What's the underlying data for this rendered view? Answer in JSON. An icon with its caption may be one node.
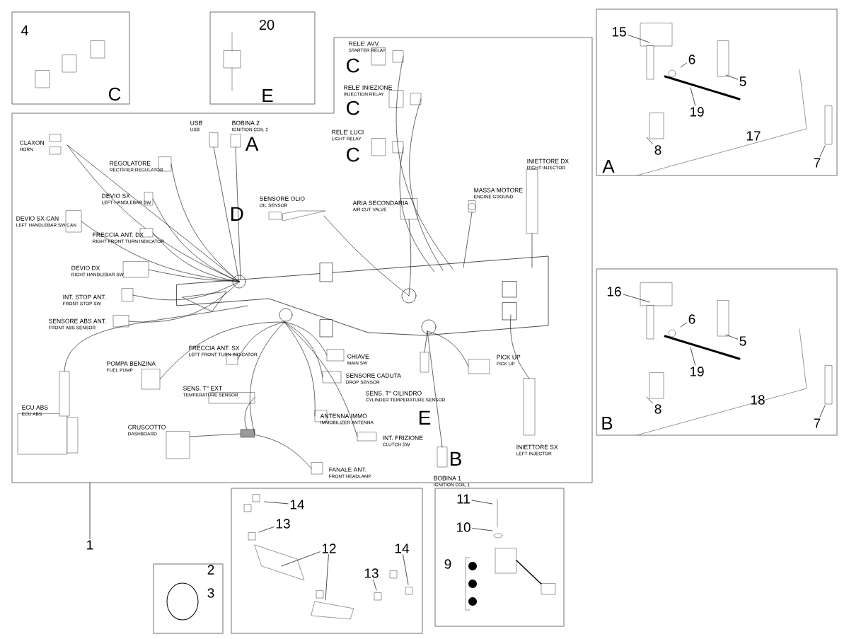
{
  "diagram": {
    "nodes": [
      {
        "text": [
          "4",
          "C"
        ]
      },
      {
        "text": [
          "20",
          "E"
        ]
      },
      {
        "text": [],
        "shape": "box"
      },
      {
        "text": [
          "17",
          "A"
        ]
      },
      {
        "text": [
          "15"
        ],
        "in": 3
      },
      {
        "text": [
          "6"
        ],
        "in": 3
      },
      {
        "text": [
          "5"
        ],
        "in": 3
      },
      {
        "text": [
          "19"
        ],
        "in": 3
      },
      {
        "text": [
          "8"
        ],
        "in": 3
      },
      {
        "text": [
          "7"
        ],
        "in": 3
      },
      {
        "text": [
          "18",
          "B"
        ]
      },
      {
        "text": [
          "16"
        ],
        "in": 10
      },
      {
        "text": [
          "6"
        ],
        "in": 10
      },
      {
        "text": [
          "5"
        ],
        "in": 10
      },
      {
        "text": [
          "19"
        ],
        "in": 10
      },
      {
        "text": [
          "8"
        ],
        "in": 10
      },
      {
        "text": [
          "7"
        ],
        "in": 10
      },
      {
        "text": [
          "1"
        ]
      },
      {
        "text": [],
        "shape": "box"
      },
      {
        "text": [
          "14"
        ],
        "in": 18
      },
      {
        "text": [
          "13"
        ],
        "in": 18
      },
      {
        "text": [
          "12"
        ],
        "in": 18
      },
      {
        "text": [
          "13"
        ],
        "in": 18
      },
      {
        "text": [
          "14"
        ],
        "in": 18
      },
      {
        "text": [
          "9"
        ]
      },
      {
        "text": [
          "11"
        ],
        "in": 24
      },
      {
        "text": [
          "10"
        ],
        "in": 24
      },
      {
        "text": [
          "2",
          "3"
        ]
      }
    ],
    "edges": [
      {
        "from": 4,
        "to": null,
        "arrow": "none"
      },
      {
        "from": 5,
        "to": null,
        "arrow": "none"
      },
      {
        "from": 6,
        "to": null,
        "arrow": "none"
      },
      {
        "from": 7,
        "to": null,
        "arrow": "none"
      },
      {
        "from": 8,
        "to": null,
        "arrow": "none"
      },
      {
        "from": 9,
        "to": null,
        "arrow": "none"
      },
      {
        "from": 11,
        "to": null,
        "arrow": "none"
      },
      {
        "from": 12,
        "to": null,
        "arrow": "none"
      },
      {
        "from": 13,
        "to": null,
        "arrow": "none"
      },
      {
        "from": 14,
        "to": null,
        "arrow": "none"
      },
      {
        "from": 15,
        "to": null,
        "arrow": "none"
      },
      {
        "from": 16,
        "to": null,
        "arrow": "none"
      },
      {
        "from": 17,
        "to": 2,
        "arrow": "none"
      },
      {
        "from": 19,
        "to": null,
        "arrow": "none"
      },
      {
        "from": 20,
        "to": null,
        "arrow": "none"
      },
      {
        "from": 21,
        "to": null,
        "arrow": "none"
      },
      {
        "from": 21,
        "to": null,
        "arrow": "none"
      },
      {
        "from": 22,
        "to": null,
        "arrow": "none"
      },
      {
        "from": 23,
        "to": null,
        "arrow": "none"
      },
      {
        "from": 25,
        "to": null,
        "arrow": "none"
      },
      {
        "from": 26,
        "to": null,
        "arrow": "none"
      }
    ],
    "labels": [
      "CLAXON",
      "HORN",
      "USB",
      "USB",
      "BOBINA 2",
      "IGNITION COIL 2",
      "REGOLATORE",
      "RECTIFIER REGULATOR",
      "DEVIO SX",
      "LEFT HANDLEBAR SW",
      "DEVIO SX CAN",
      "LEFT HANDLEBAR SW CAN",
      "FRECCIA ANT. DX",
      "RIGHT FRONT TURN INDICATOR",
      "DEVIO DX",
      "RIGHT HANDLEBAR SW",
      "INT. STOP ANT.",
      "FRONT STOP SW",
      "SENSORE ABS ANT.",
      "FRONT ABS SENSOR",
      "SENSORE OLIO",
      "OIL SENSOR",
      "ARIA SECONDARIA",
      "AIR CUT VALVE",
      "MASSA MOTORE",
      "ENGINE GROUND",
      "INIETTORE DX",
      "RIGHT INJECTOR",
      "RELE' AVV.",
      "STARTER RELAY",
      "RELE' INIEZIONE",
      "INJECTION RELAY",
      "RELE' LUCI",
      "LIGHT RELAY",
      "FRECCIA ANT. SX",
      "LEFT FRONT TURN INDICATOR",
      "POMPA BENZINA",
      "FUEL PUMP",
      "SENS. T° EXT",
      "TEMPERATURE SENSOR",
      "ECU ABS",
      "ECU ABS",
      "CRUSCOTTO",
      "DASHBOARD",
      "CHIAVE",
      "MAIN SW",
      "SENSORE CADUTA",
      "DROP SENSOR",
      "SENS. T° CILINDRO",
      "CYLINDER TEMPERATURE SENSOR",
      "ANTENNA IMMO",
      "IMMOBILIZER ANTENNA",
      "INT. FRIZIONE",
      "CLUTCH SW",
      "FANALE ANT.",
      "FRONT HEADLAMP",
      "PICK UP",
      "PICK UP",
      "INIETTORE SX",
      "LEFT INJECTOR",
      "BOBINA 1",
      "IGNITION COIL 1",
      "A",
      "D",
      "C",
      "C",
      "C",
      "E",
      "B"
    ]
  }
}
